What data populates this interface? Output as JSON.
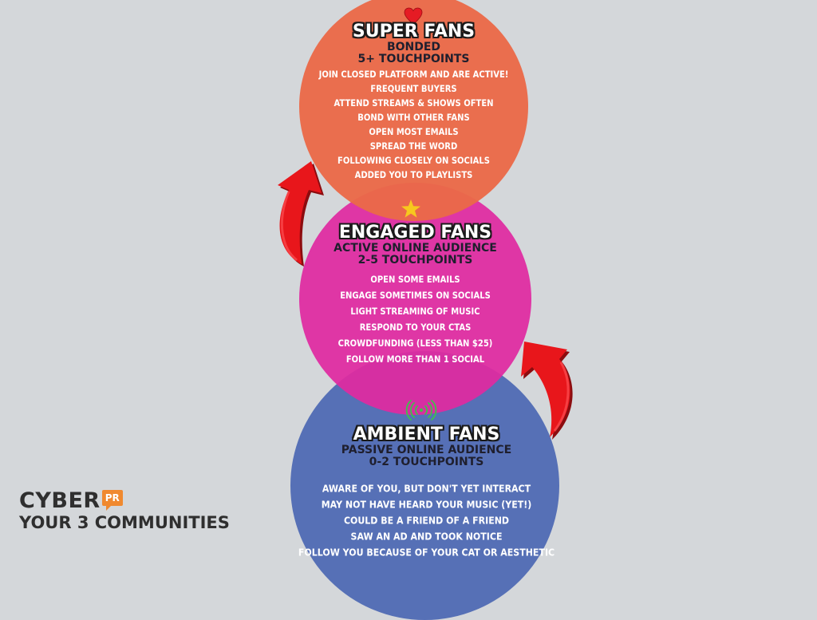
{
  "tiers": {
    "super": {
      "title": "SUPER FANS",
      "subtitle1": "BONDED",
      "subtitle2": "5+ TOUCHPOINTS",
      "icon": "heart-icon",
      "color": "#ea6948",
      "items": [
        "JOIN CLOSED PLATFORM AND ARE ACTIVE!",
        "FREQUENT BUYERS",
        "ATTEND STREAMS & SHOWS OFTEN",
        "BOND WITH OTHER FANS",
        "OPEN MOST EMAILS",
        "SPREAD THE WORD",
        "FOLLOWING CLOSELY ON SOCIALS",
        "ADDED YOU TO PLAYLISTS"
      ]
    },
    "engaged": {
      "title": "ENGAGED FANS",
      "subtitle1": "ACTIVE ONLINE AUDIENCE",
      "subtitle2": "2-5 TOUCHPOINTS",
      "icon": "star-icon",
      "color": "#e02aa0",
      "items": [
        "OPEN SOME EMAILS",
        "ENGAGE SOMETIMES ON SOCIALS",
        "LIGHT STREAMING OF MUSIC",
        "RESPOND TO YOUR CTAS",
        "CROWDFUNDING (LESS THAN $25)",
        "FOLLOW MORE THAN 1 SOCIAL"
      ]
    },
    "ambient": {
      "title": "AMBIENT FANS",
      "subtitle1": "PASSIVE ONLINE AUDIENCE",
      "subtitle2": "0-2 TOUCHPOINTS",
      "icon": "broadcast-signal-icon",
      "color": "#5670b6",
      "items": [
        "AWARE OF YOU, BUT DON'T YET INTERACT",
        "MAY NOT HAVE HEARD YOUR MUSIC (YET!)",
        "COULD BE A FRIEND OF A FRIEND",
        "SAW AN AD AND TOOK NOTICE",
        "FOLLOW YOU BECAUSE OF YOUR CAT OR AESTHETIC"
      ]
    }
  },
  "brand": {
    "name": "CYBER",
    "badge": "PR",
    "tagline": "YOUR 3 COMMUNITIES",
    "badge_color": "#f0892f"
  },
  "arrow_color": "#e8161b",
  "arrow_icon": "curved-up-arrow-icon"
}
